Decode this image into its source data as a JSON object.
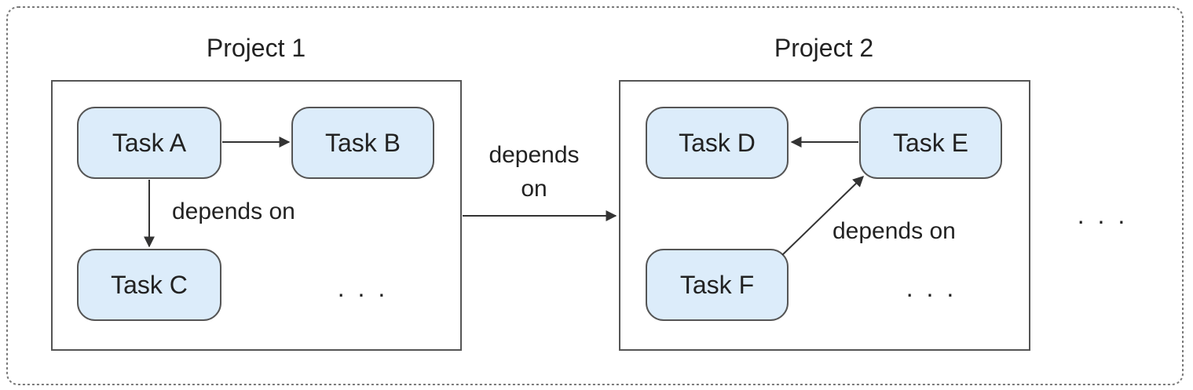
{
  "colors": {
    "task_fill": "#dcecfa",
    "task_border": "#555555",
    "line": "#333333",
    "outer_border": "#7a7a7a"
  },
  "projects": [
    {
      "title": "Project 1",
      "tasks": [
        {
          "label": "Task A"
        },
        {
          "label": "Task B"
        },
        {
          "label": "Task C"
        }
      ],
      "edge_label": "depends on",
      "more": ". . ."
    },
    {
      "title": "Project 2",
      "tasks": [
        {
          "label": "Task D"
        },
        {
          "label": "Task E"
        },
        {
          "label": "Task F"
        }
      ],
      "edge_label": "depends on",
      "more": ". . ."
    }
  ],
  "project_link": {
    "label_line1": "depends",
    "label_line2": "on"
  },
  "more_projects": ". . ."
}
